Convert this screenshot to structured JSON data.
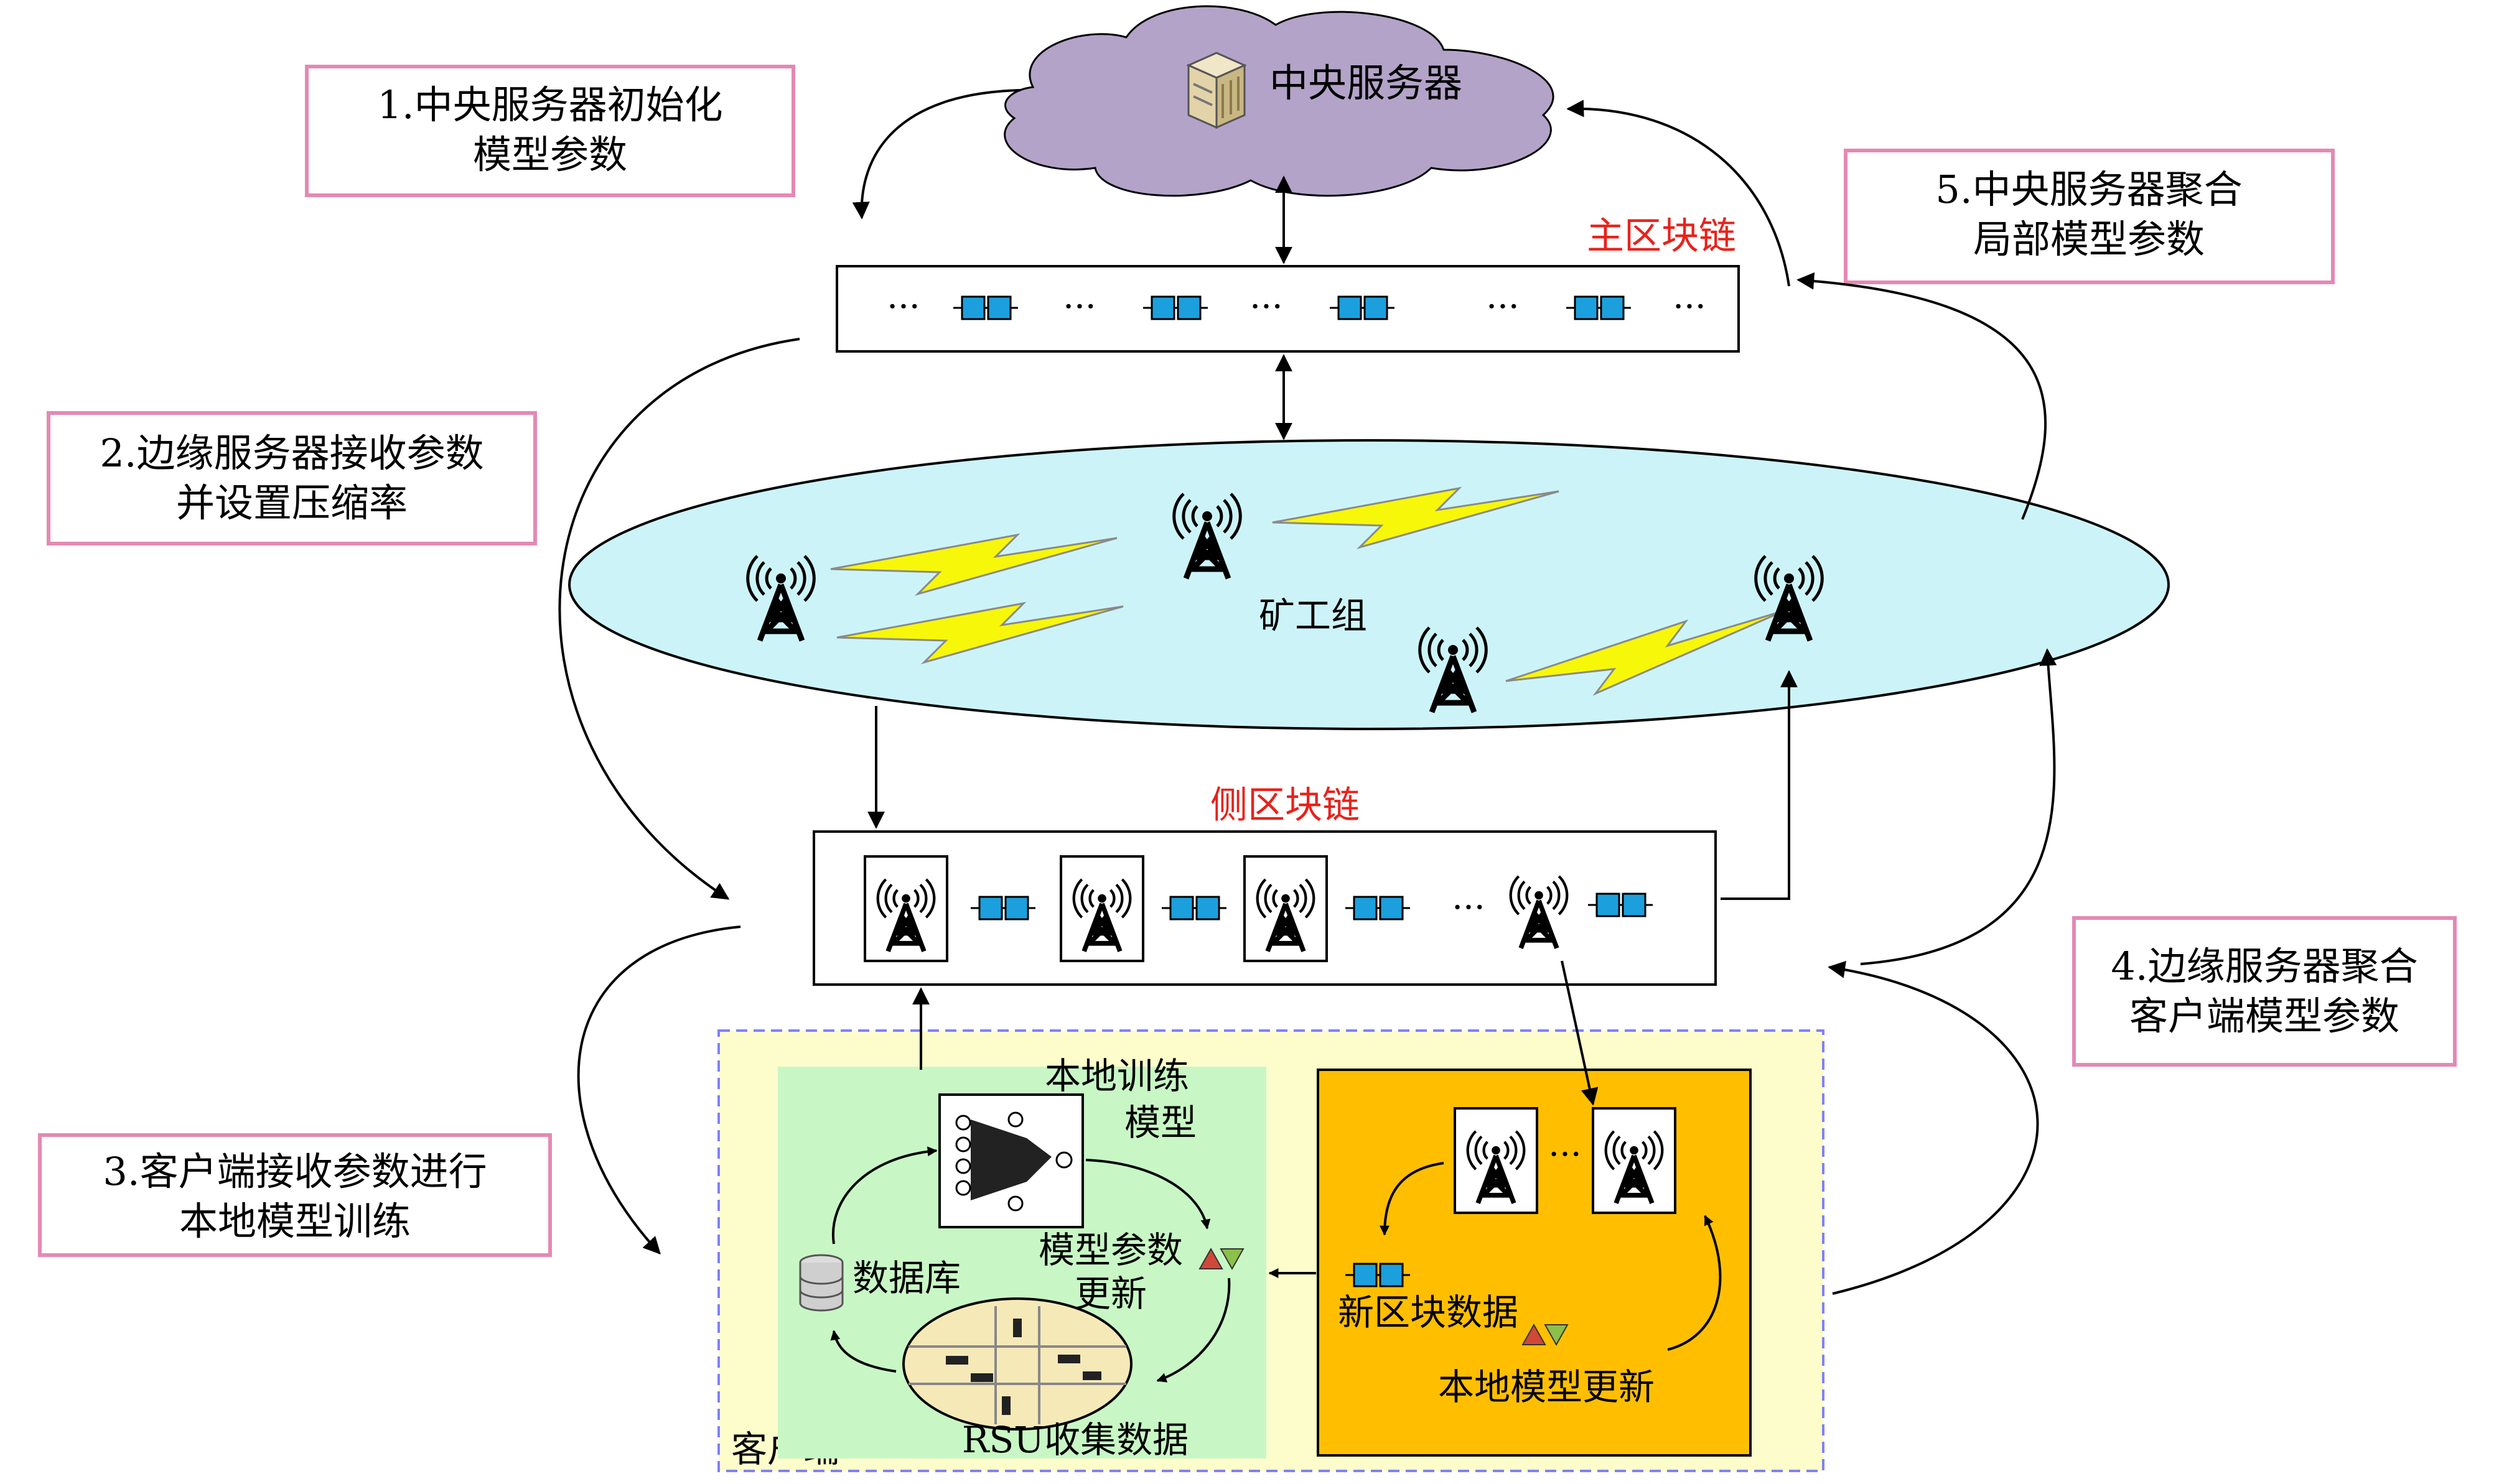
{
  "colors": {
    "cloud": "#b3a3c8",
    "ellipse": "#ccf4f8",
    "client_area": "#fdfdcc",
    "training_area": "#c8f7c5",
    "update_area": "#ffbf00",
    "step_border": "#e489b4",
    "block": "#1ba0dd",
    "chain_label": "#e8221b",
    "lightning": "#f7f70a"
  },
  "server": {
    "label": "中央服务器",
    "icon": "server-icon"
  },
  "main_chain": {
    "label": "主区块链"
  },
  "side_chain": {
    "label": "侧区块链"
  },
  "miners": {
    "label": "矿工组",
    "icon": "cell-tower-icon"
  },
  "steps": {
    "s1": {
      "line1": "1.中央服务器初始化",
      "line2": "模型参数"
    },
    "s2": {
      "line1": "2.边缘服务器接收参数",
      "line2": "并设置压缩率"
    },
    "s3": {
      "line1": "3.客户端接收参数进行",
      "line2": "本地模型训练"
    },
    "s4": {
      "line1": "4.边缘服务器聚合",
      "line2": "客户端模型参数"
    },
    "s5": {
      "line1": "5.中央服务器聚合",
      "line2": "局部模型参数"
    }
  },
  "client": {
    "label": "客户端",
    "local_training": {
      "line1": "本地训练",
      "line2": "模型"
    },
    "param_update": {
      "line1": "模型参数",
      "line2": "更新"
    },
    "database": "数据库",
    "rsu": "RSU收集数据",
    "new_block": "新区块数据",
    "local_update": "本地模型更新"
  },
  "ellipsis": "···"
}
